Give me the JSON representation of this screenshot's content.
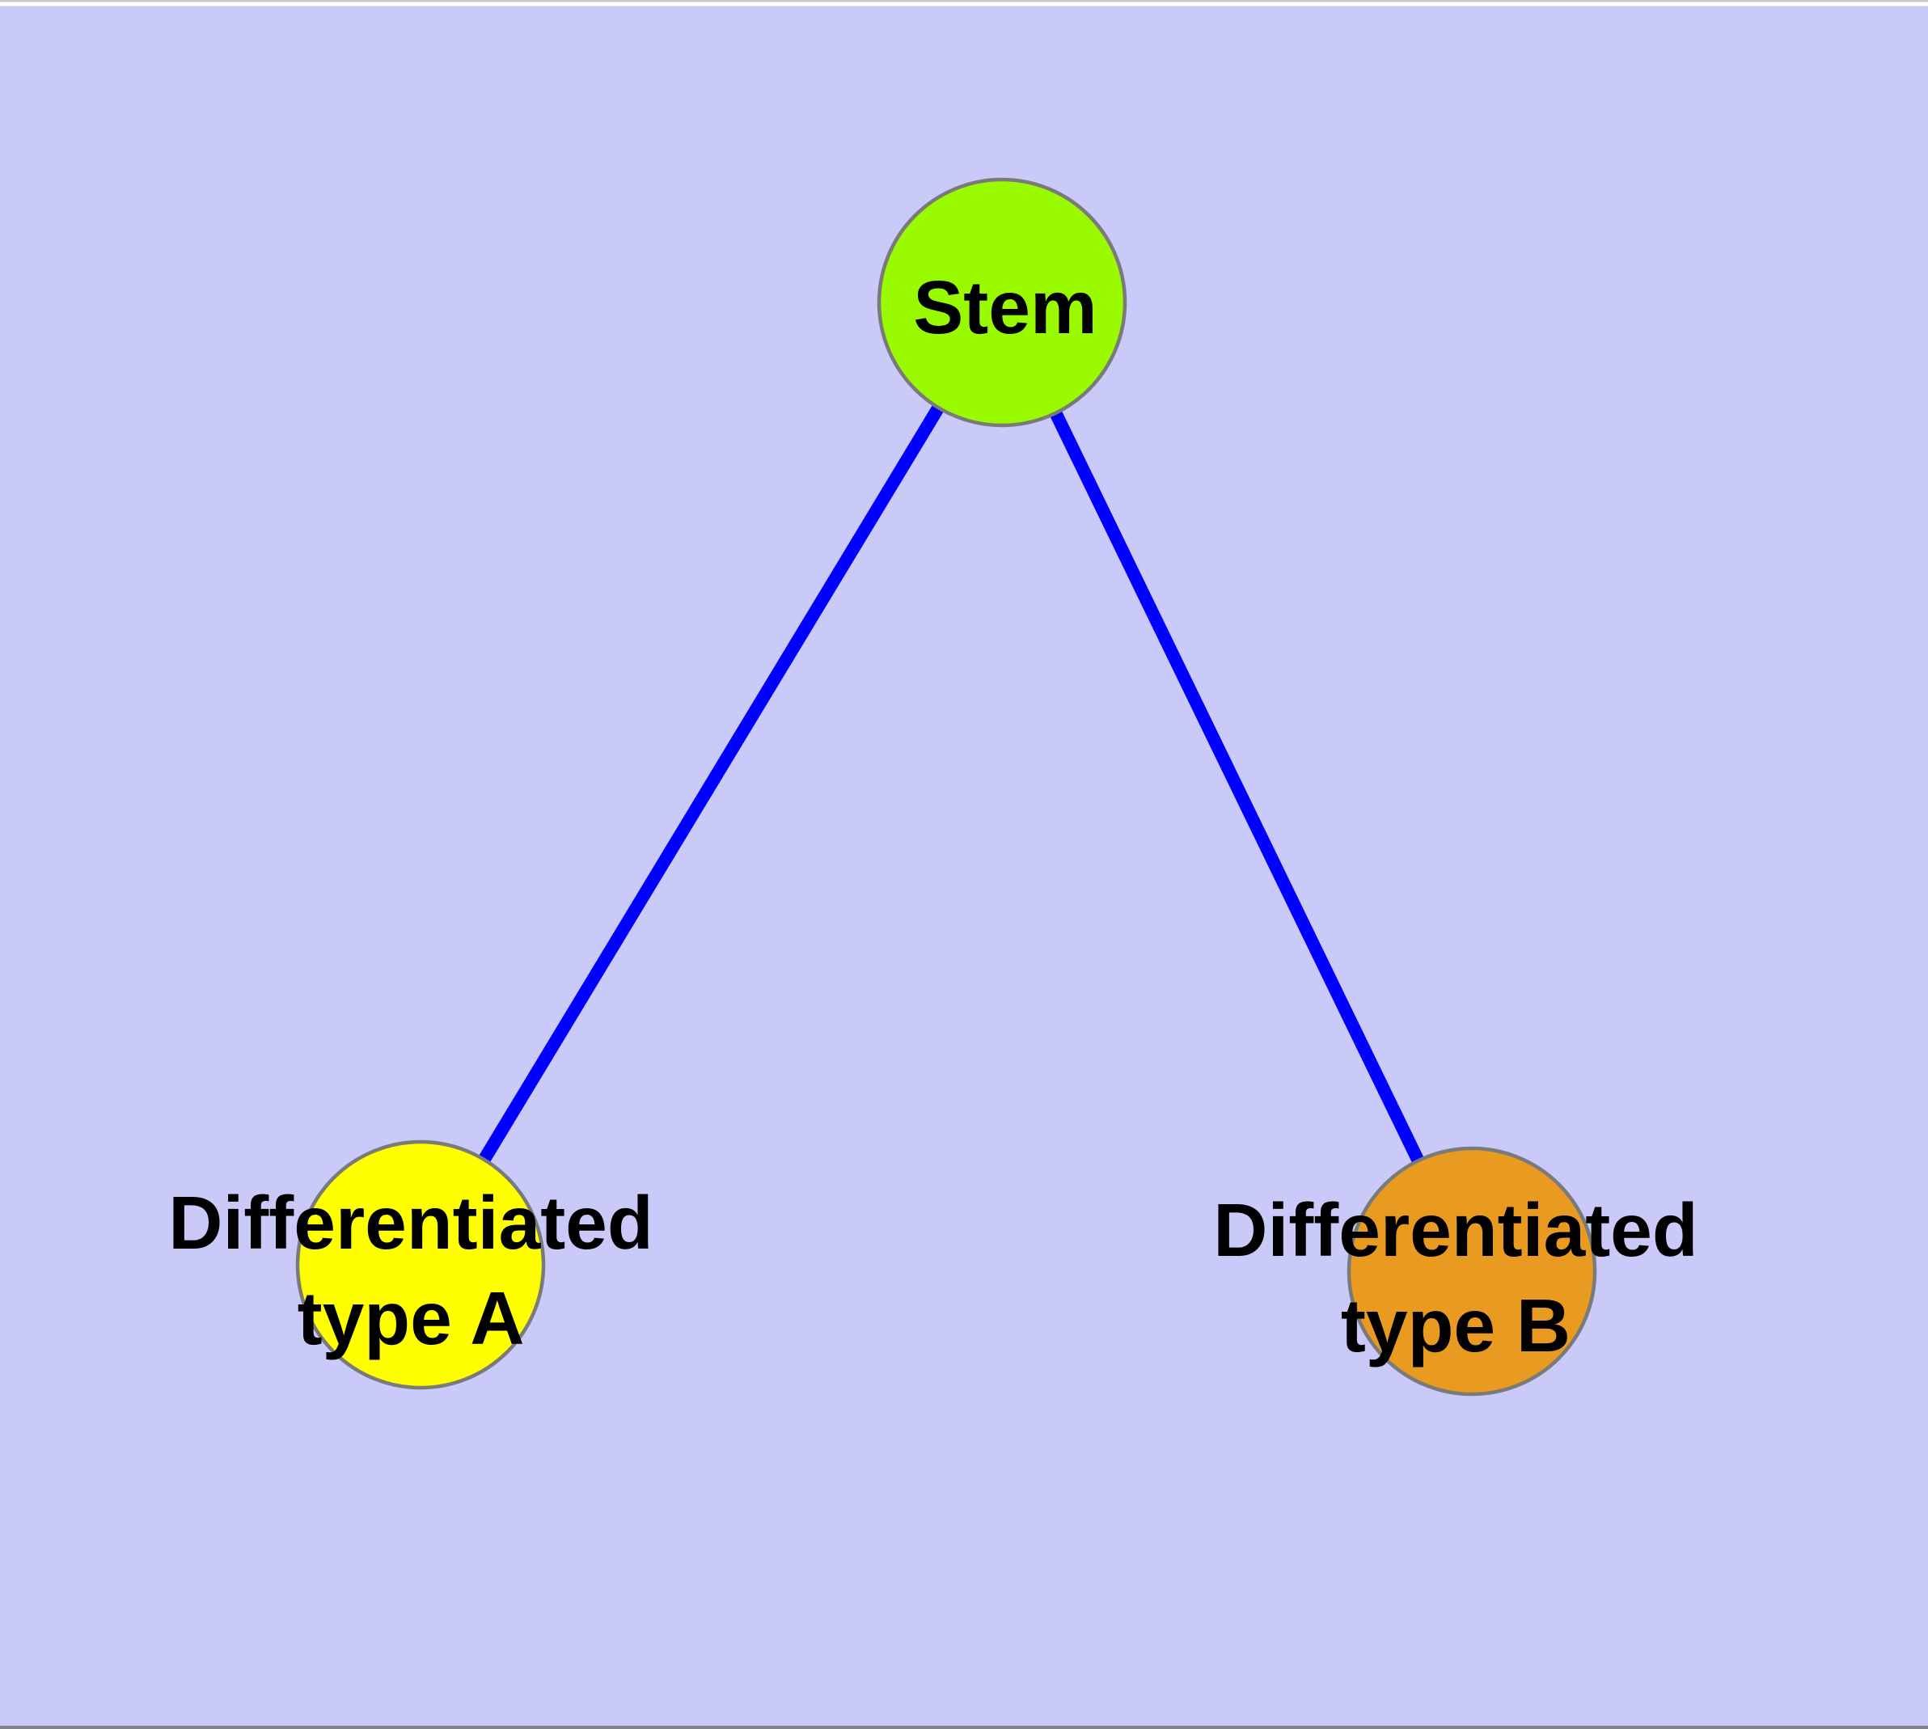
{
  "diagram": {
    "title": "Stem cell differentiation graph",
    "type": "node-link-graph",
    "background_color": "#cacaf8",
    "edge_color": "#0000ff",
    "node_border_color": "#7a7a7a",
    "top_strip_color": "#ffffff",
    "top_hairline_color": "#c8c8c8",
    "bottom_hairline_color": "#82828f",
    "nodes": [
      {
        "id": "stem",
        "label": "Stem",
        "fill": "#9afa00"
      },
      {
        "id": "differentiated-type-a",
        "label": "Differentiated type A",
        "label_line1": "Differentiated",
        "label_line2": "type A",
        "fill": "#ffff00"
      },
      {
        "id": "differentiated-type-b",
        "label": "Differentiated type B",
        "label_line1": "Differentiated",
        "label_line2": "type B",
        "fill": "#e89b20"
      }
    ],
    "edges": [
      {
        "from": "Stem",
        "to": "Differentiated type A"
      },
      {
        "from": "Stem",
        "to": "Differentiated type B"
      }
    ]
  }
}
